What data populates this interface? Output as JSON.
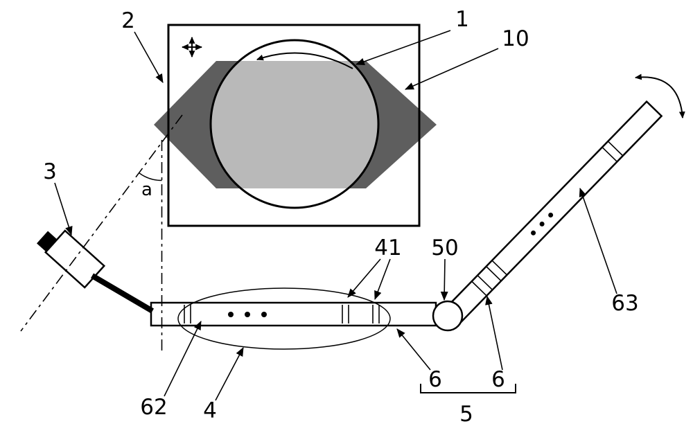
{
  "figure": {
    "type": "patent-technical-diagram",
    "labels": {
      "n1": "1",
      "n2": "2",
      "n3": "3",
      "n4": "4",
      "n5": "5",
      "n6_left": "6",
      "n6_right": "6",
      "n10": "10",
      "n41": "41",
      "n50": "50",
      "n62": "62",
      "n63": "63",
      "angle": "a"
    },
    "colors": {
      "stage_dark_gray": "#5e5e5e",
      "wafer_light_gray": "#b9b9b9",
      "line_black": "#000000",
      "background_white": "#ffffff"
    },
    "icons": {
      "move": "four-direction-move-arrows",
      "spin": "counterclockwise-arc-arrow",
      "swing": "double-headed-arc-arrow"
    }
  }
}
